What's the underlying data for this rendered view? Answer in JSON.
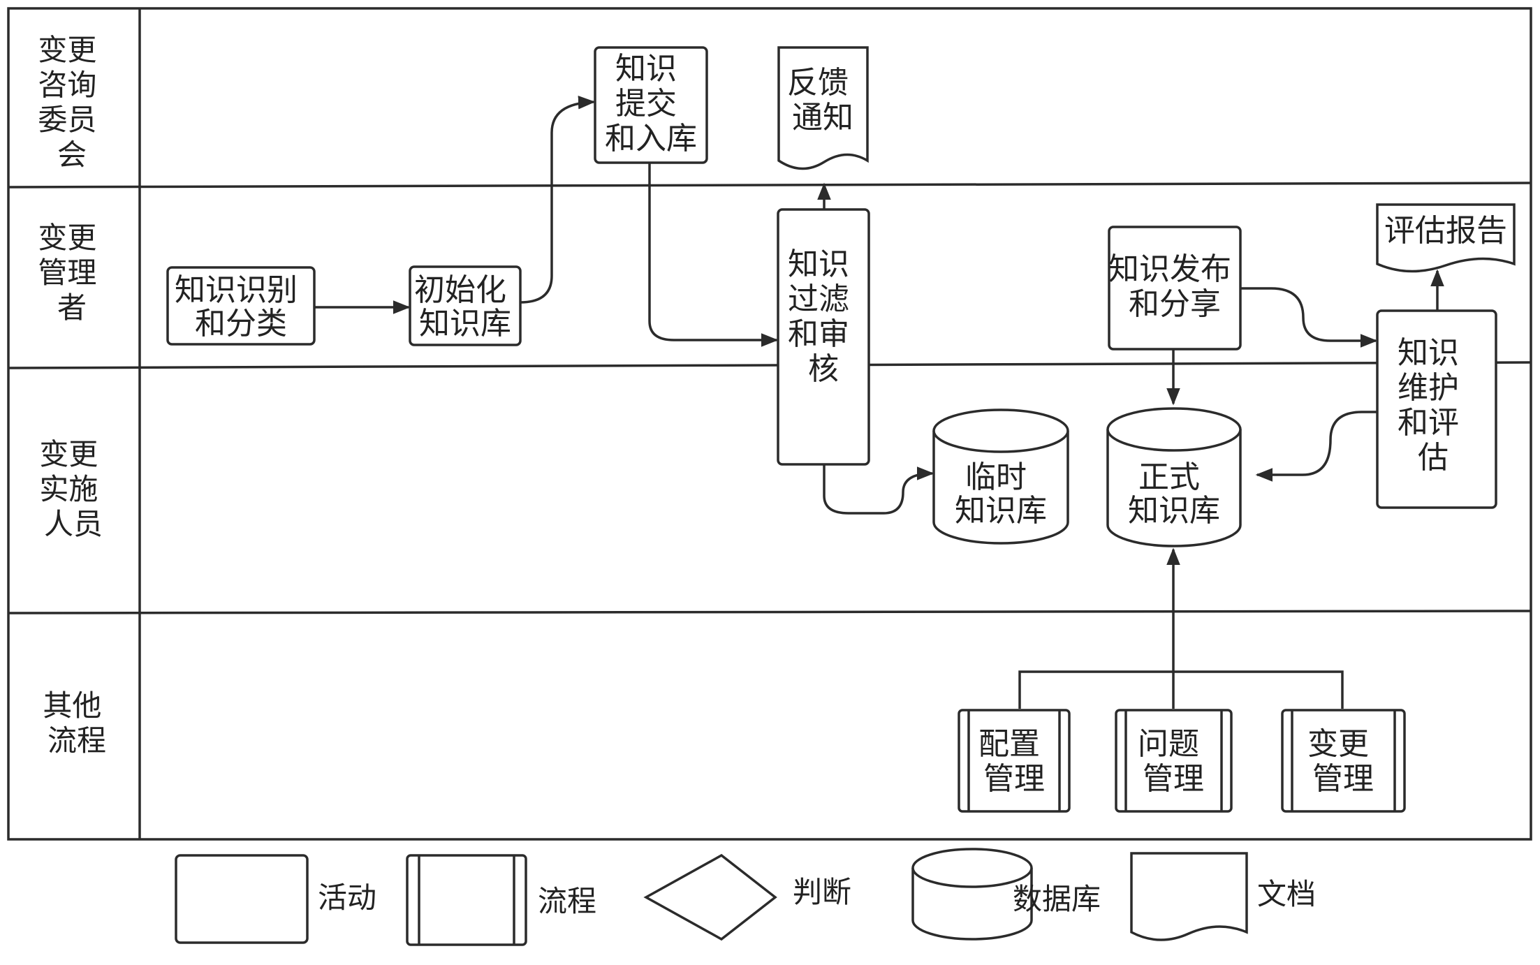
{
  "lanes": [
    {
      "id": "committee",
      "label_lines": [
        "变更",
        "咨询",
        "委员",
        "会"
      ]
    },
    {
      "id": "manager",
      "label_lines": [
        "变更",
        "管理",
        "者"
      ]
    },
    {
      "id": "implementer",
      "label_lines": [
        "变更",
        "实施",
        "人员"
      ]
    },
    {
      "id": "other",
      "label_lines": [
        "其他",
        "流程"
      ]
    }
  ],
  "nodes": {
    "identify": {
      "shape": "activity",
      "lines": [
        "知识识别",
        "和分类"
      ]
    },
    "init_kb": {
      "shape": "activity",
      "lines": [
        "初始化",
        "知识库"
      ]
    },
    "submit": {
      "shape": "activity",
      "lines": [
        "知识",
        "提交",
        "和入库"
      ]
    },
    "feedback": {
      "shape": "document",
      "lines": [
        "反馈",
        "通知"
      ]
    },
    "filter": {
      "shape": "activity",
      "lines": [
        "知识",
        "过滤",
        "和审",
        "核"
      ]
    },
    "publish": {
      "shape": "activity",
      "lines": [
        "知识发布",
        "和分享"
      ]
    },
    "eval_report": {
      "shape": "document",
      "lines": [
        "评估报告"
      ]
    },
    "maintain": {
      "shape": "activity",
      "lines": [
        "知识",
        "维护",
        "和评",
        "估"
      ]
    },
    "temp_kb": {
      "shape": "database",
      "lines": [
        "临时",
        "知识库"
      ]
    },
    "formal_kb": {
      "shape": "database",
      "lines": [
        "正式",
        "知识库"
      ]
    },
    "config_mgmt": {
      "shape": "process",
      "lines": [
        "配置",
        "管理"
      ]
    },
    "problem_mgmt": {
      "shape": "process",
      "lines": [
        "问题",
        "管理"
      ]
    },
    "change_mgmt": {
      "shape": "process",
      "lines": [
        "变更",
        "管理"
      ]
    }
  },
  "legend": {
    "activity": "活动",
    "process": "流程",
    "decision": "判断",
    "database": "数据库",
    "document": "文档"
  }
}
